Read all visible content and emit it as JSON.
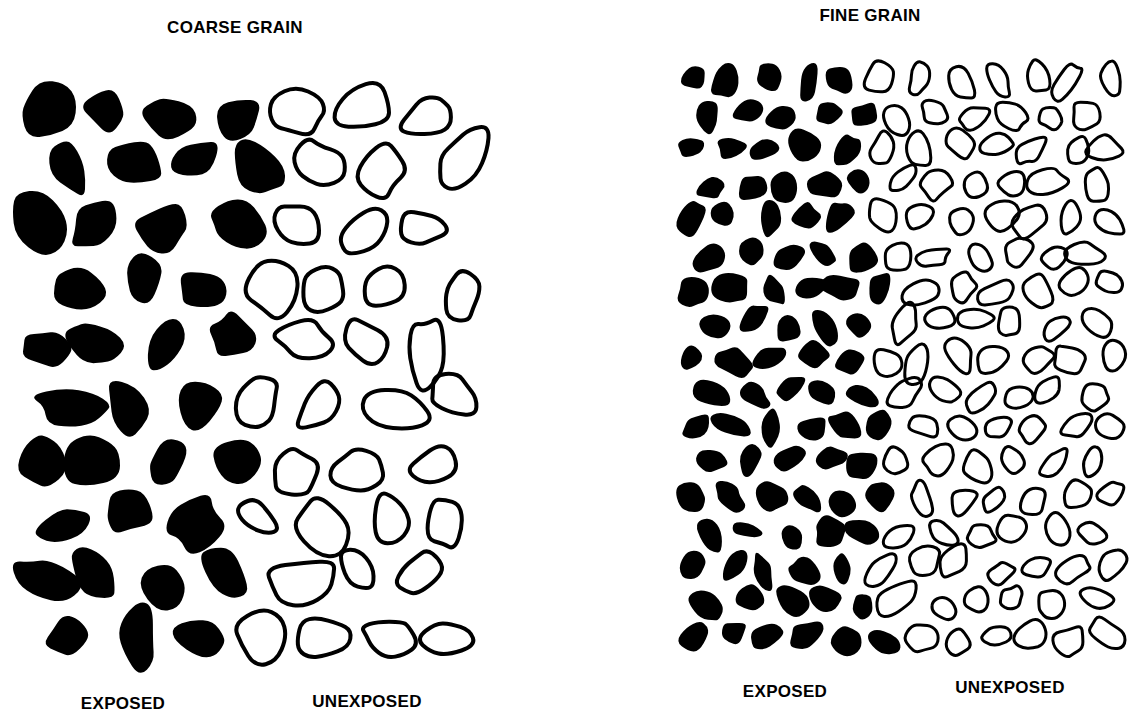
{
  "diagram": {
    "labels": [
      "COARSE GRAIN",
      "FINE GRAIN",
      "EXPOSED",
      "UNEXPOSED",
      "EXPOSED",
      "UNEXPOSED"
    ]
  }
}
